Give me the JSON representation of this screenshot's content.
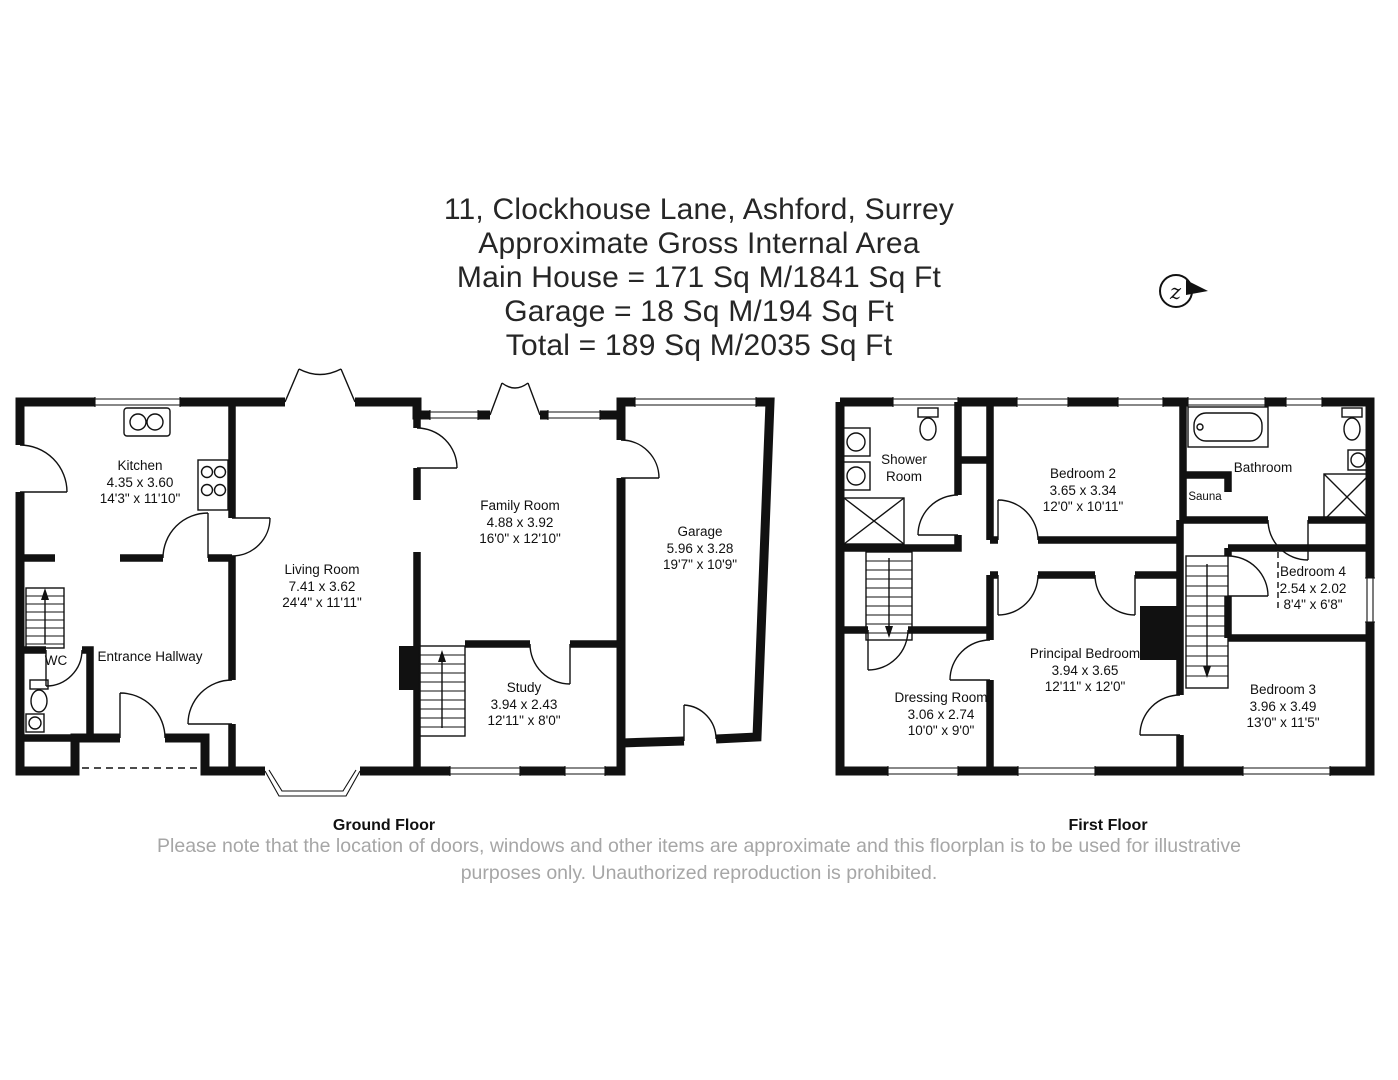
{
  "header": {
    "address": "11, Clockhouse Lane, Ashford, Surrey",
    "subtitle": "Approximate Gross Internal Area",
    "main_house": "Main House = 171 Sq M/1841 Sq Ft",
    "garage": "Garage = 18 Sq M/194 Sq Ft",
    "total": "Total = 189 Sq M/2035 Sq Ft"
  },
  "compass": {
    "label": "z"
  },
  "ground_floor": {
    "label": "Ground Floor",
    "rooms": {
      "kitchen": {
        "name": "Kitchen",
        "metric": "4.35 x 3.60",
        "imperial": "14'3\" x 11'10\""
      },
      "living": {
        "name": "Living Room",
        "metric": "7.41 x 3.62",
        "imperial": "24'4\" x 11'11\""
      },
      "family": {
        "name": "Family Room",
        "metric": "4.88 x 3.92",
        "imperial": "16'0\" x 12'10\""
      },
      "garage": {
        "name": "Garage",
        "metric": "5.96 x 3.28",
        "imperial": "19'7\" x 10'9\""
      },
      "study": {
        "name": "Study",
        "metric": "3.94 x 2.43",
        "imperial": "12'11\" x 8'0\""
      },
      "hallway": {
        "name": "Entrance Hallway"
      },
      "wc": {
        "name": "WC"
      }
    }
  },
  "first_floor": {
    "label": "First Floor",
    "rooms": {
      "shower": {
        "name": "Shower Room"
      },
      "bedroom2": {
        "name": "Bedroom 2",
        "metric": "3.65 x 3.34",
        "imperial": "12'0\" x 10'11\""
      },
      "bathroom": {
        "name": "Bathroom"
      },
      "sauna": {
        "name": "Sauna"
      },
      "bedroom4": {
        "name": "Bedroom 4",
        "metric": "2.54 x 2.02",
        "imperial": "8'4\" x 6'8\""
      },
      "principal": {
        "name": "Principal Bedroom",
        "metric": "3.94 x 3.65",
        "imperial": "12'11\" x 12'0\""
      },
      "dressing": {
        "name": "Dressing Room",
        "metric": "3.06 x 2.74",
        "imperial": "10'0\" x 9'0\""
      },
      "bedroom3": {
        "name": "Bedroom 3",
        "metric": "3.96 x 3.49",
        "imperial": "13'0\" x 11'5\""
      }
    }
  },
  "footer": {
    "line1": "Please note that the location of doors, windows and other items are approximate and this floorplan is to be used for illustrative",
    "line2": "purposes only. Unauthorized reproduction is prohibited.",
    "colors": {
      "walls": "#111111",
      "text": "#262626",
      "muted": "#a6a6a6"
    }
  }
}
